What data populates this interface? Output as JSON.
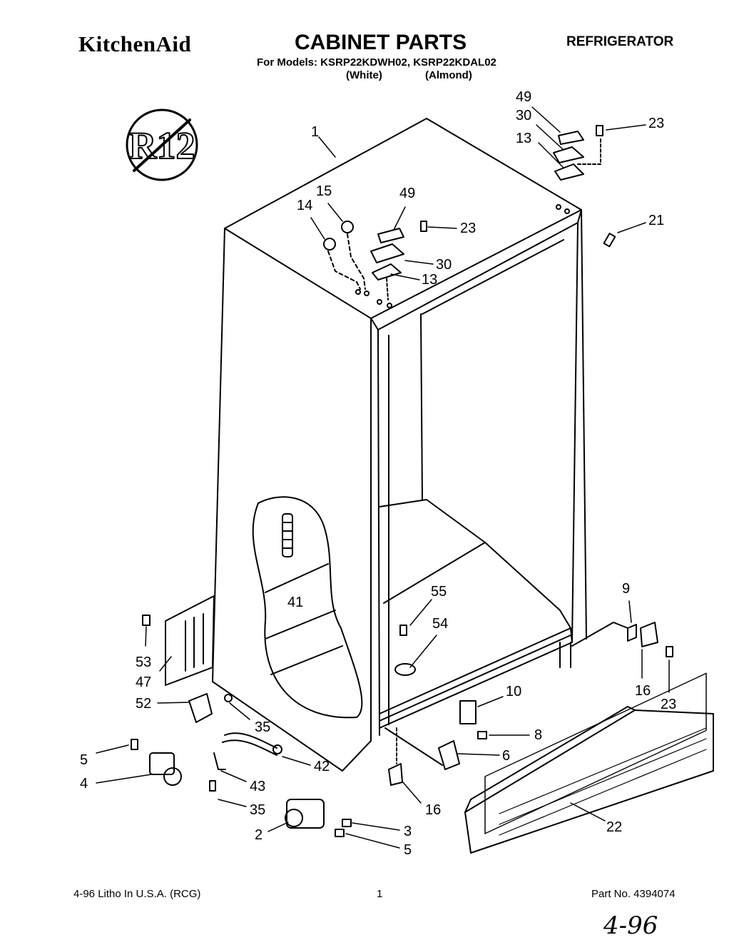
{
  "header": {
    "brand": "KitchenAid",
    "title": "CABINET PARTS",
    "product": "REFRIGERATOR",
    "models": "For Models: KSRP22KDWH02, KSRP22KDAL02",
    "color_white": "(White)",
    "color_almond": "(Almond)"
  },
  "badge": {
    "text": "R12"
  },
  "callouts": [
    {
      "id": "c1",
      "text": "1"
    },
    {
      "id": "c49a",
      "text": "49"
    },
    {
      "id": "c30a",
      "text": "30"
    },
    {
      "id": "c13a",
      "text": "13"
    },
    {
      "id": "c23a",
      "text": "23"
    },
    {
      "id": "c15",
      "text": "15"
    },
    {
      "id": "c14",
      "text": "14"
    },
    {
      "id": "c49b",
      "text": "49"
    },
    {
      "id": "c23b",
      "text": "23"
    },
    {
      "id": "c30b",
      "text": "30"
    },
    {
      "id": "c13b",
      "text": "13"
    },
    {
      "id": "c21",
      "text": "21"
    },
    {
      "id": "c41",
      "text": "41"
    },
    {
      "id": "c55",
      "text": "55"
    },
    {
      "id": "c54",
      "text": "54"
    },
    {
      "id": "c9",
      "text": "9"
    },
    {
      "id": "c16a",
      "text": "16"
    },
    {
      "id": "c23c",
      "text": "23"
    },
    {
      "id": "c53",
      "text": "53"
    },
    {
      "id": "c47",
      "text": "47"
    },
    {
      "id": "c52",
      "text": "52"
    },
    {
      "id": "c35a",
      "text": "35"
    },
    {
      "id": "c10",
      "text": "10"
    },
    {
      "id": "c8",
      "text": "8"
    },
    {
      "id": "c6",
      "text": "6"
    },
    {
      "id": "c5a",
      "text": "5"
    },
    {
      "id": "c4",
      "text": "4"
    },
    {
      "id": "c42",
      "text": "42"
    },
    {
      "id": "c43",
      "text": "43"
    },
    {
      "id": "c35b",
      "text": "35"
    },
    {
      "id": "c16b",
      "text": "16"
    },
    {
      "id": "c22",
      "text": "22"
    },
    {
      "id": "c2",
      "text": "2"
    },
    {
      "id": "c3",
      "text": "3"
    },
    {
      "id": "c5b",
      "text": "5"
    }
  ],
  "footer": {
    "litho": "4-96 Litho In U.S.A. (RCG)",
    "page": "1",
    "part_no": "Part No. 4394074"
  },
  "signature": "4-96"
}
